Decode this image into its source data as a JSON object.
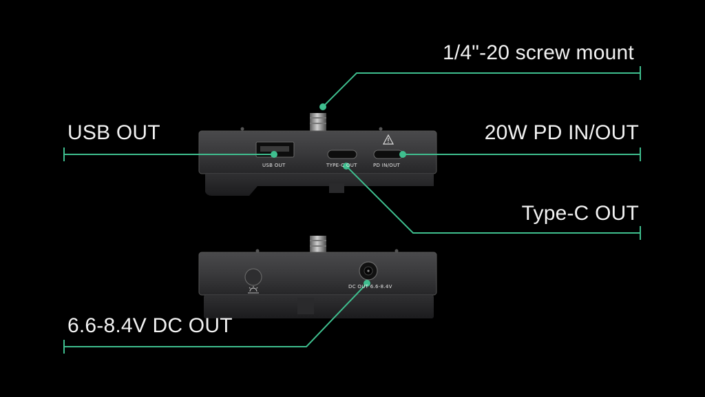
{
  "accent_color": "#3fbf8f",
  "callouts": {
    "screw_mount": "1/4\"-20 screw mount",
    "usb_out": "USB OUT",
    "pd_in_out": "20W PD IN/OUT",
    "type_c_out": "Type-C OUT",
    "dc_out": "6.6-8.4V DC OUT"
  },
  "device_labels": {
    "usb_out": "USB  OUT",
    "type_c_out": "TYPE-C OUT",
    "pd_in_out": "PD IN/OUT",
    "dc_out": "DC OUT 6.6-8.4V"
  },
  "icons": [
    "warning-triangle-icon",
    "brightness-icon"
  ]
}
